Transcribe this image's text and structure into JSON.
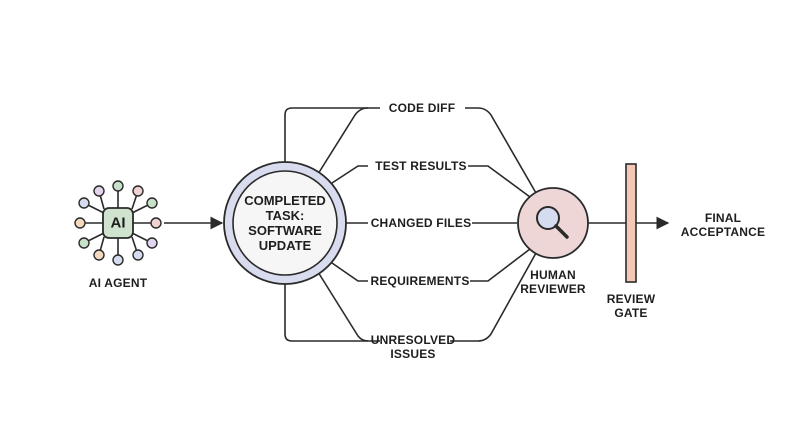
{
  "ai_agent": {
    "chip_text": "AI",
    "label": "AI AGENT"
  },
  "task": {
    "lines": [
      "COMPLETED",
      "TASK:",
      "SOFTWARE",
      "UPDATE"
    ]
  },
  "artifacts": [
    {
      "label": "CODE DIFF"
    },
    {
      "label": "TEST RESULTS"
    },
    {
      "label": "CHANGED FILES"
    },
    {
      "label": "REQUIREMENTS"
    },
    {
      "label_lines": [
        "UNRESOLVED",
        "ISSUES"
      ]
    }
  ],
  "reviewer": {
    "label_lines": [
      "HUMAN",
      "REVIEWER"
    ],
    "icon": "magnifier-icon"
  },
  "gate": {
    "label_lines": [
      "REVIEW",
      "GATE"
    ]
  },
  "outcome": {
    "label_lines": [
      "FINAL",
      "ACCEPTANCE"
    ]
  },
  "colors": {
    "stroke": "#2a2a2a",
    "chip_fill": "#cfe3cf",
    "task_ring": "#d9dcef",
    "reviewer_fill": "#efd6d6",
    "gate_fill": "#f3c9b5",
    "node_green": "#c9e1c9",
    "node_pink": "#f0d2d2",
    "node_blue": "#d6dcef",
    "node_peach": "#f4d9bf",
    "node_purple": "#e2d6ee"
  }
}
